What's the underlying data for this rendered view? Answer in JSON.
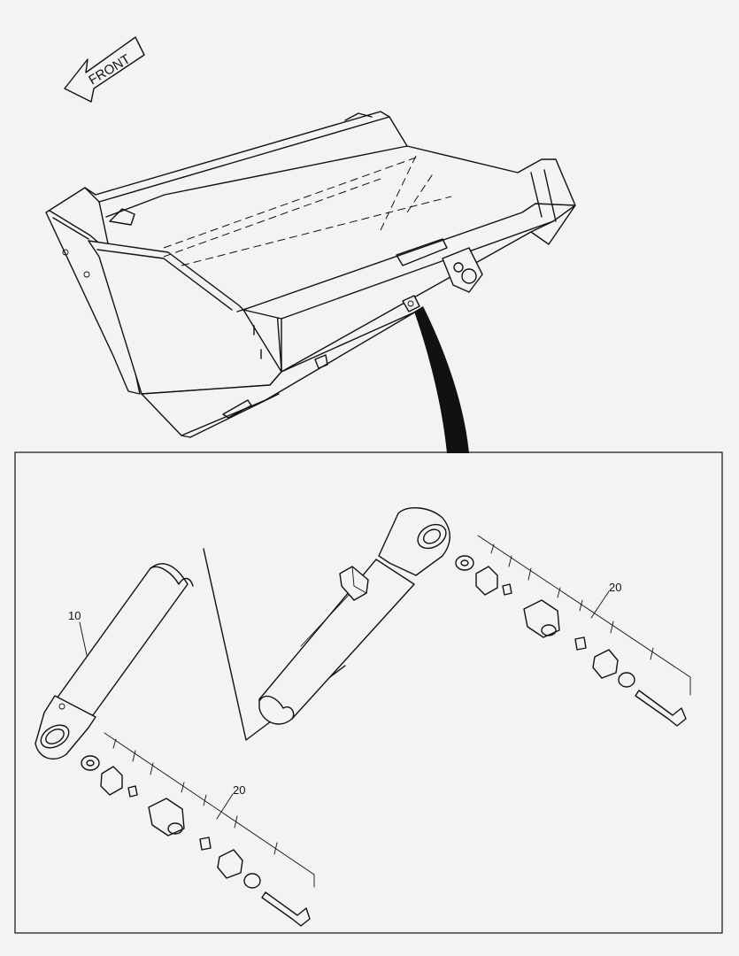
{
  "diagram": {
    "direction_label": "FRONT",
    "callouts": [
      {
        "id": "c10",
        "label": "10"
      },
      {
        "id": "c20a",
        "label": "20"
      },
      {
        "id": "c20b",
        "label": "20"
      }
    ]
  }
}
